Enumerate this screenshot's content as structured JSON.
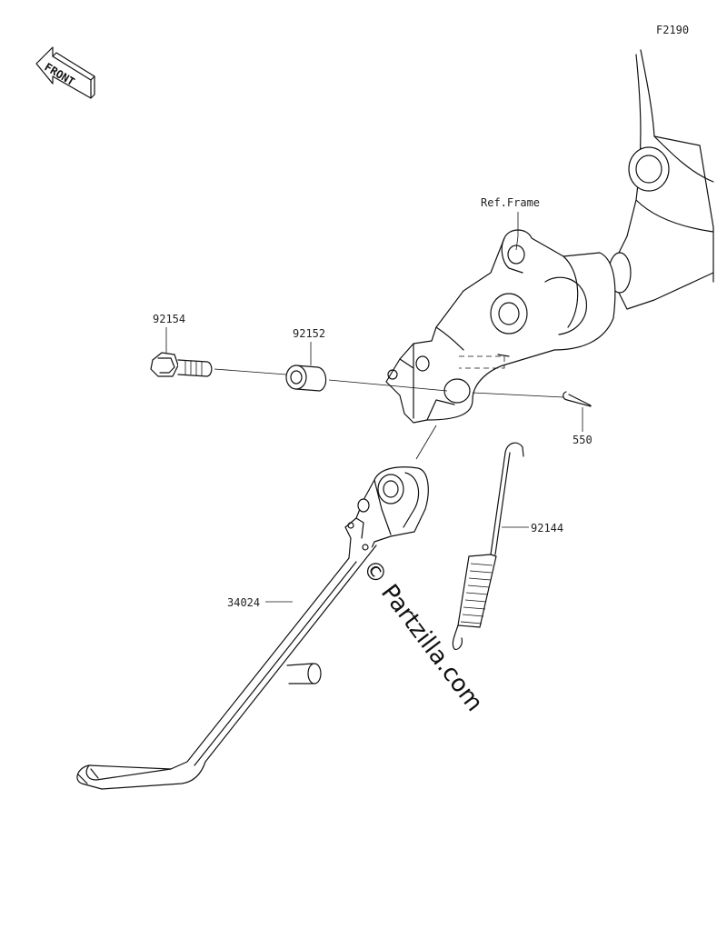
{
  "figure_code": "F2190",
  "front_badge": "FRONT",
  "ref_frame_label": "Ref.Frame",
  "watermark": "© Partzilla.com",
  "parts": [
    {
      "id": "92154"
    },
    {
      "id": "92152"
    },
    {
      "id": "550"
    },
    {
      "id": "92144"
    },
    {
      "id": "34024"
    }
  ]
}
